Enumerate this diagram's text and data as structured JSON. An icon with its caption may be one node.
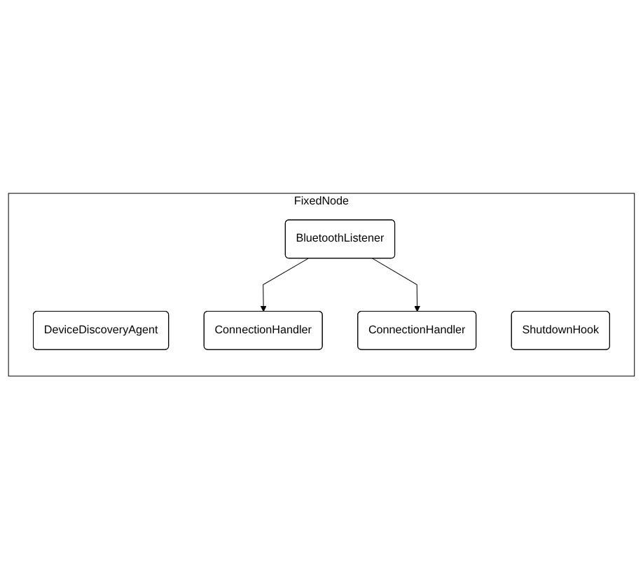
{
  "diagram": {
    "nodes": [
      {
        "text": [
          "FixedNode"
        ]
      },
      {
        "text": [
          "DeviceDiscoveryAgent"
        ],
        "in": 0
      },
      {
        "text": [
          "BluetoothListener"
        ],
        "in": 0
      },
      {
        "text": [
          "ConnectionHandler"
        ],
        "in": 0
      },
      {
        "text": [
          "ConnectionHandler"
        ],
        "in": 0
      },
      {
        "text": [
          "ShutdownHook"
        ],
        "in": 0
      }
    ],
    "edges": [
      {
        "from": 2,
        "to": 3,
        "arrow": "to"
      },
      {
        "from": 2,
        "to": 4,
        "arrow": "to"
      }
    ]
  }
}
